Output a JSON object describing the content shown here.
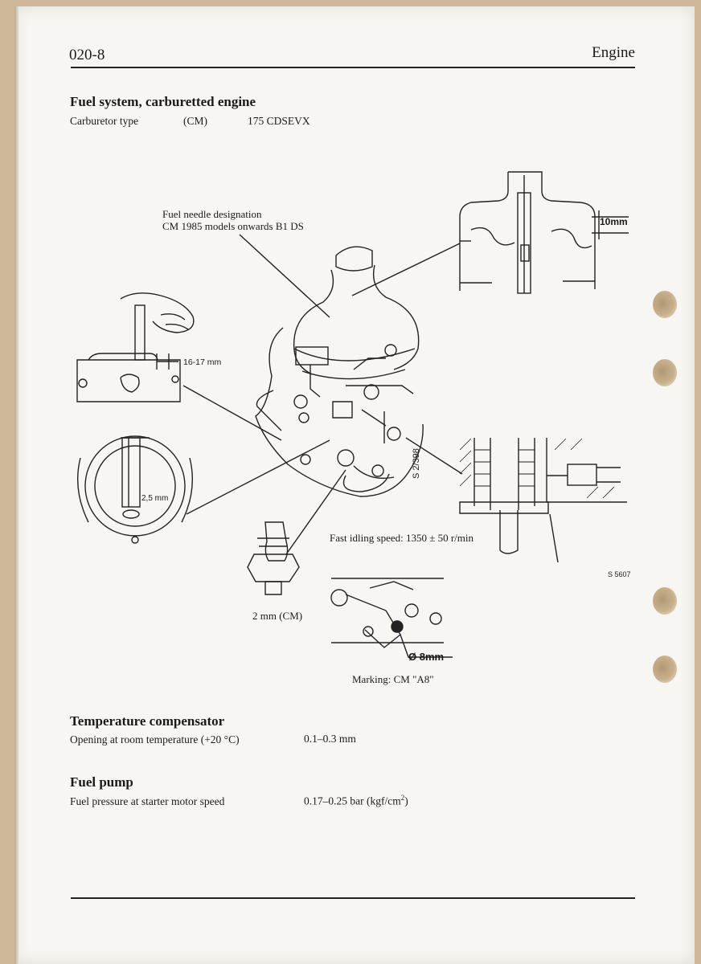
{
  "header": {
    "page_number": "020-8",
    "section": "Engine"
  },
  "fuel_system": {
    "heading": "Fuel system, carburetted engine",
    "carb_label": "Carburetor type",
    "carb_model": "(CM)",
    "carb_value": "175 CDSEVX"
  },
  "figure": {
    "needle_line1": "Fuel needle designation",
    "needle_line2": "CM 1985 models onwards B1 DS",
    "dim_16_17": "16-17 mm",
    "dim_2_5": "2,5 mm",
    "dim_10": "10mm",
    "ref_s2398": "S 2/398",
    "ref_s5607": "S 5607",
    "fast_idle": "Fast idling speed: 1350 ± 50 r/min",
    "needle_2mm": "2 mm (CM)",
    "diam_8mm": "Ø 8mm",
    "marking": "Marking: CM \"A8\""
  },
  "temp_comp": {
    "heading": "Temperature compensator",
    "label": "Opening at room temperature (+20 °C)",
    "value": "0.1–0.3 mm"
  },
  "fuel_pump": {
    "heading": "Fuel pump",
    "label": "Fuel pressure at starter motor speed",
    "value_main": "0.17–0.25 bar (kgf/cm",
    "value_sup": "2",
    "value_end": ")"
  }
}
